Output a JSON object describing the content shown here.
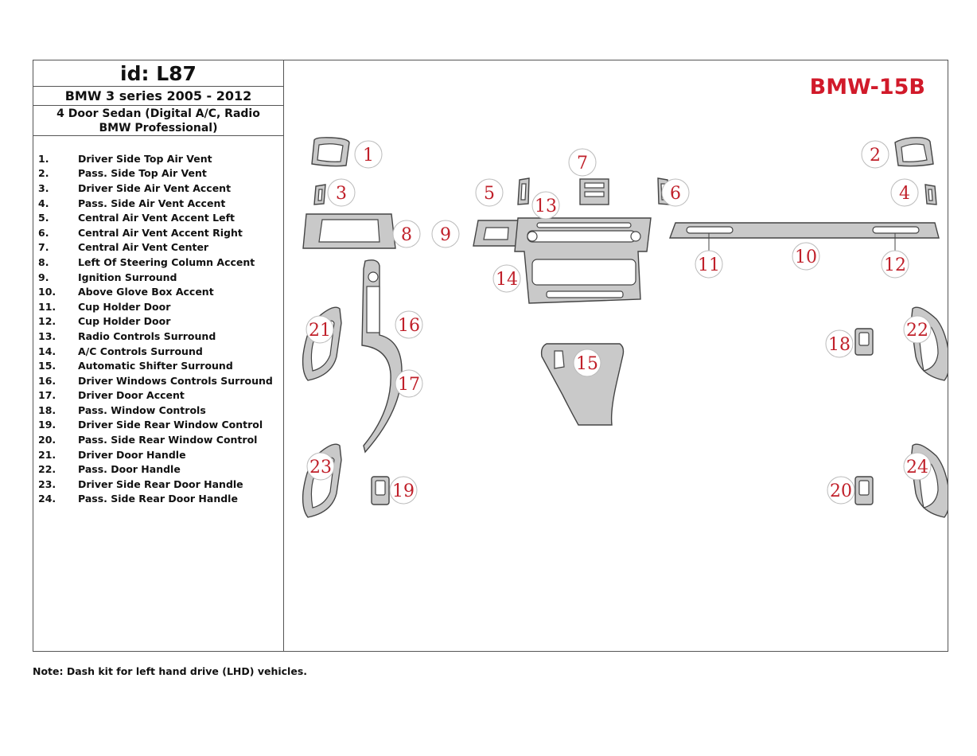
{
  "header": {
    "kit_id": "id: L87",
    "car_model": "BMW 3 series 2005 - 2012",
    "car_description_line1": "4 Door Sedan (Digital A/C, Radio",
    "car_description_line2": "BMW Professional)"
  },
  "kit_code": "BMW-15B",
  "parts": [
    {
      "num": "1.",
      "name": "Driver Side Top Air Vent"
    },
    {
      "num": "2.",
      "name": "Pass. Side Top Air Vent"
    },
    {
      "num": "3.",
      "name": "Driver Side Air Vent Accent"
    },
    {
      "num": "4.",
      "name": "Pass. Side Air Vent Accent"
    },
    {
      "num": "5.",
      "name": "Central Air Vent Accent Left"
    },
    {
      "num": "6.",
      "name": "Central Air Vent Accent Right"
    },
    {
      "num": "7.",
      "name": "Central Air Vent Center"
    },
    {
      "num": "8.",
      "name": "Left Of Steering Column Accent"
    },
    {
      "num": "9.",
      "name": "Ignition Surround"
    },
    {
      "num": "10.",
      "name": "Above Glove Box Accent"
    },
    {
      "num": "11.",
      "name": "Cup Holder Door"
    },
    {
      "num": "12.",
      "name": "Cup Holder Door"
    },
    {
      "num": "13.",
      "name": "Radio Controls Surround"
    },
    {
      "num": "14.",
      "name": "A/C Controls Surround"
    },
    {
      "num": "15.",
      "name": "Automatic Shifter Surround"
    },
    {
      "num": "16.",
      "name": "Driver Windows Controls Surround"
    },
    {
      "num": "17.",
      "name": "Driver Door Accent"
    },
    {
      "num": "18.",
      "name": "Pass. Window Controls"
    },
    {
      "num": "19.",
      "name": "Driver Side Rear Window Control"
    },
    {
      "num": "20.",
      "name": "Pass. Side Rear Window Control"
    },
    {
      "num": "21.",
      "name": "Driver Door Handle"
    },
    {
      "num": "22.",
      "name": "Pass. Door Handle"
    },
    {
      "num": "23.",
      "name": "Driver Side Rear Door Handle"
    },
    {
      "num": "24.",
      "name": "Pass. Side Rear Door Handle"
    }
  ],
  "callouts": [
    "1",
    "2",
    "3",
    "4",
    "5",
    "6",
    "7",
    "8",
    "9",
    "10",
    "11",
    "12",
    "13",
    "14",
    "15",
    "16",
    "17",
    "18",
    "19",
    "20",
    "21",
    "22",
    "23",
    "24"
  ],
  "note": "Note: Dash kit for left hand drive (LHD)  vehicles.",
  "colors": {
    "callout": "#c0202a",
    "kit_code": "#d11a2a",
    "part_fill": "#c9c9c9"
  }
}
